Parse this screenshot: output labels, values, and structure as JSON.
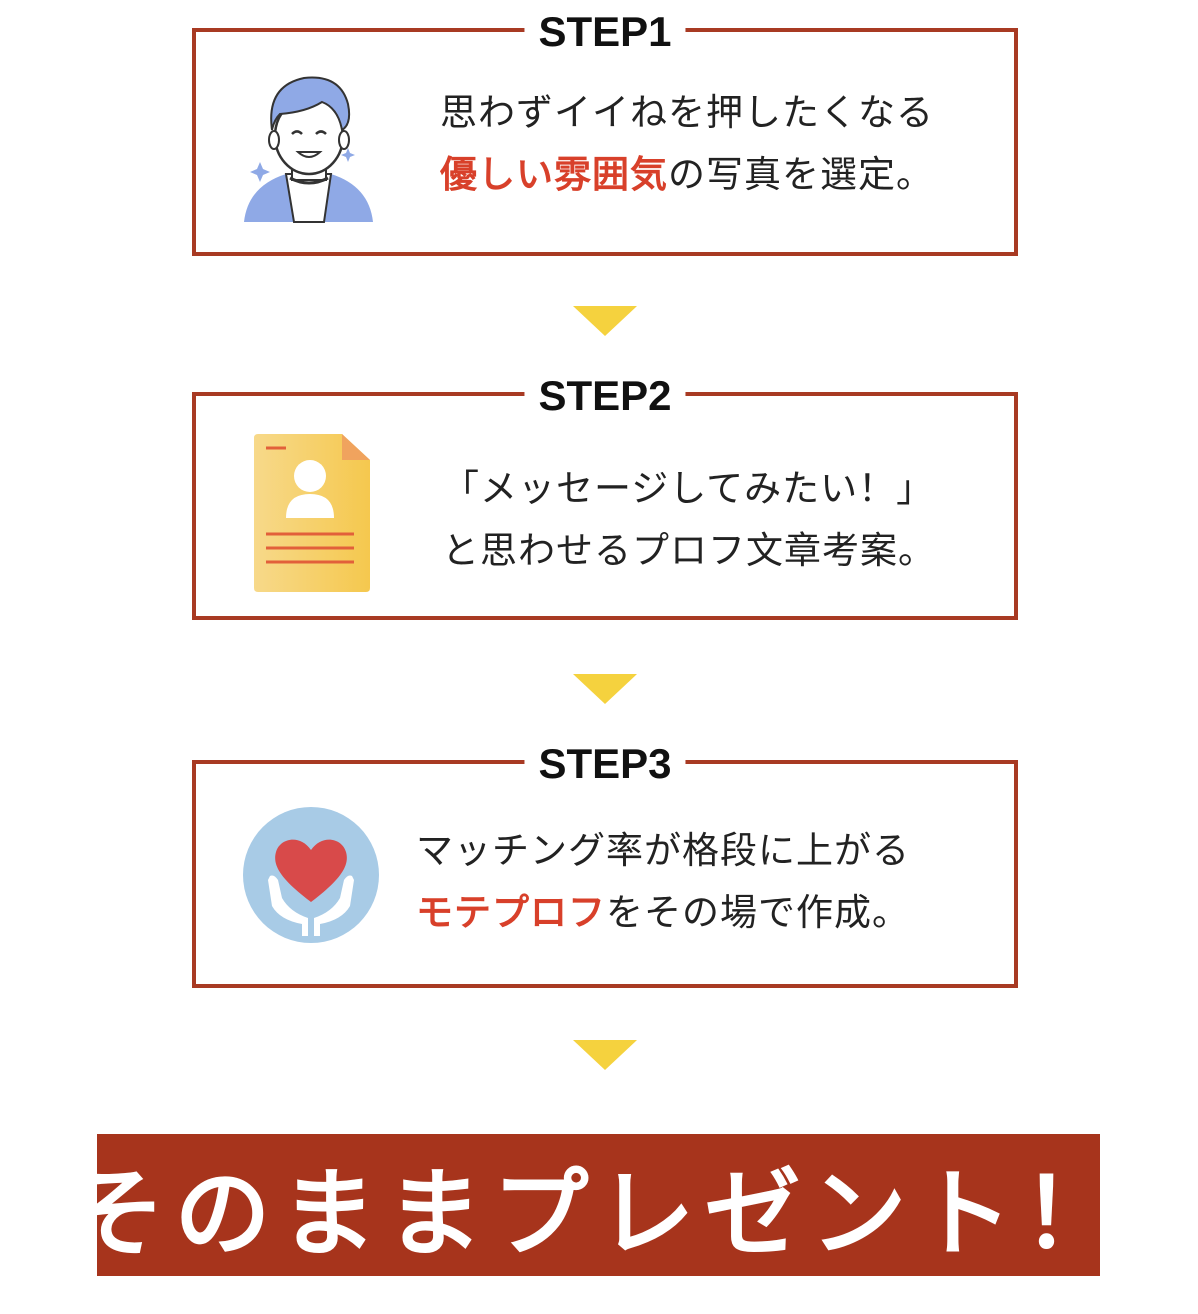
{
  "steps": [
    {
      "title": "STEP1",
      "icon": "person-icon",
      "line1": "思わずイイねを押したくなる",
      "line2_highlight": "優しい雰囲気",
      "line2_rest": "の写真を選定。"
    },
    {
      "title": "STEP2",
      "icon": "profile-document-icon",
      "line1": "「メッセージしてみたい！」",
      "line2": "と思わせるプロフ文章考案。"
    },
    {
      "title": "STEP3",
      "icon": "heart-hands-icon",
      "line1": "マッチング率が格段に上がる",
      "line2_highlight": "モテプロフ",
      "line2_rest": "をその場で作成。"
    }
  ],
  "cta": {
    "text": "そのままプレゼント！"
  },
  "colors": {
    "border": "#a83a23",
    "highlight": "#d8402a",
    "arrow": "#f5d23e",
    "banner": "#a7341c"
  }
}
